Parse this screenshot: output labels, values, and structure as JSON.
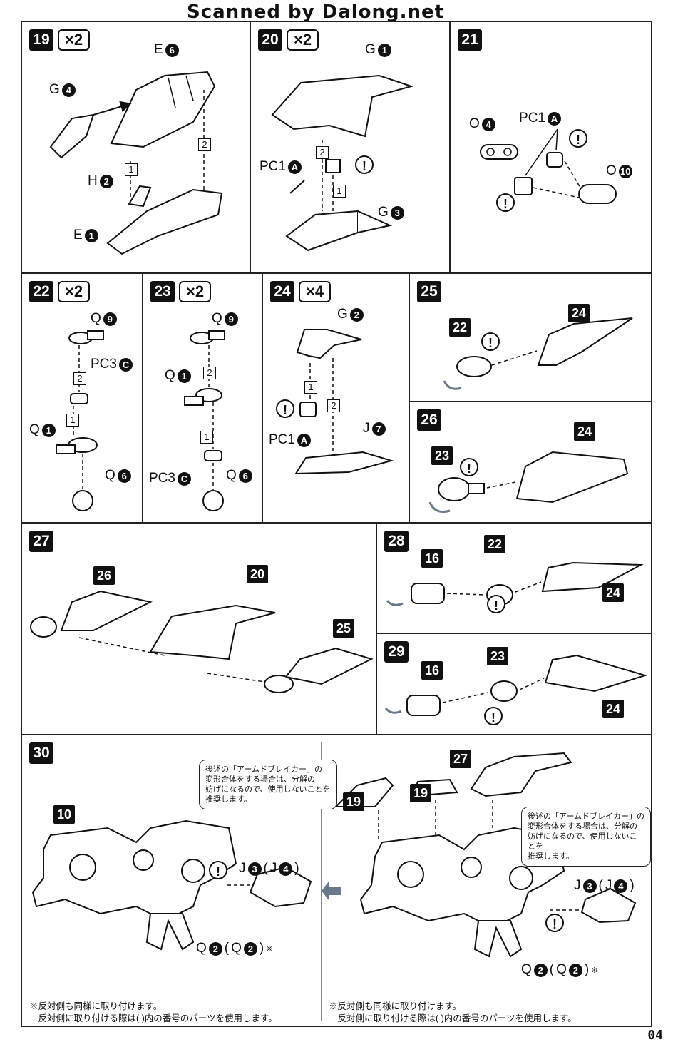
{
  "header": {
    "scan_credit": "Scanned by Dalong.net"
  },
  "page_number": "04",
  "steps": {
    "s19": {
      "num": "19",
      "mult": "×2",
      "parts": [
        "E",
        "G",
        "H",
        "E"
      ],
      "part_nums": [
        "6",
        "4",
        "2",
        "1"
      ],
      "seq": [
        "1",
        "2"
      ]
    },
    "s20": {
      "num": "20",
      "mult": "×2",
      "parts": [
        "G",
        "PC1",
        "G"
      ],
      "part_nums": [
        "1",
        "A",
        "3"
      ],
      "seq": [
        "1",
        "2"
      ]
    },
    "s21": {
      "num": "21",
      "parts": [
        "PC1",
        "O",
        "O"
      ],
      "part_nums": [
        "A",
        "4",
        "10"
      ]
    },
    "s22": {
      "num": "22",
      "mult": "×2",
      "parts": [
        "Q",
        "PC3",
        "Q",
        "Q"
      ],
      "part_nums": [
        "9",
        "C",
        "1",
        "6"
      ],
      "seq": [
        "1",
        "2"
      ]
    },
    "s23": {
      "num": "23",
      "mult": "×2",
      "parts": [
        "Q",
        "Q",
        "PC3",
        "Q"
      ],
      "part_nums": [
        "9",
        "1",
        "C",
        "6"
      ],
      "seq": [
        "1",
        "2"
      ]
    },
    "s24": {
      "num": "24",
      "mult": "×4",
      "parts": [
        "G",
        "PC1",
        "J"
      ],
      "part_nums": [
        "2",
        "A",
        "7"
      ],
      "seq": [
        "1",
        "2"
      ]
    },
    "s25": {
      "num": "25",
      "refs": [
        "22",
        "24"
      ]
    },
    "s26": {
      "num": "26",
      "refs": [
        "23",
        "24"
      ]
    },
    "s27": {
      "num": "27",
      "refs": [
        "26",
        "20",
        "25"
      ]
    },
    "s28": {
      "num": "28",
      "refs": [
        "16",
        "22",
        "24"
      ]
    },
    "s29": {
      "num": "29",
      "refs": [
        "16",
        "23",
        "24"
      ]
    },
    "s30": {
      "num": "30",
      "refs": [
        "10",
        "19",
        "19",
        "27"
      ],
      "part_j": "J",
      "part_j_num": "3",
      "part_j_alt": "J",
      "part_j_alt_num": "4",
      "asterisk": "※",
      "part_q": "Q",
      "part_q_num": "2",
      "part_q_alt": "Q",
      "part_q_alt_num": "2",
      "note": "後述の「アームドブレイカー」の\n変形合体をする場合は、分解の\n妨げになるので、使用しないことを\n推奨します。",
      "footnote": "※反対側も同様に取り付けます。\n　反対側に取り付ける際は(  )内の番号のパーツを使用します。"
    }
  },
  "warn_symbol": "!",
  "colors": {
    "ink": "#111111",
    "paper": "#ffffff",
    "arrow": "#6a7a8a"
  }
}
